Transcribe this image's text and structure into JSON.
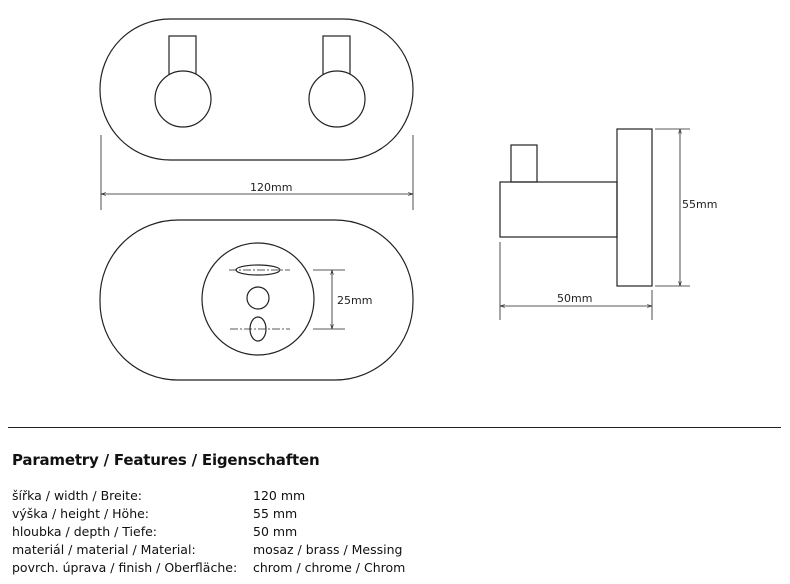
{
  "drawing": {
    "top_view_width_label": "120mm",
    "hole_spacing_label": "25mm",
    "side_height_label": "55mm",
    "side_depth_label": "50mm"
  },
  "features": {
    "title": "Parametry / Features / Eigenschaften",
    "rows": [
      {
        "label": "šířka / width / Breite:",
        "value": "120 mm"
      },
      {
        "label": "výška / height / Höhe:",
        "value": "55 mm"
      },
      {
        "label": "hloubka / depth / Tiefe:",
        "value": "50 mm"
      },
      {
        "label": "materiál / material / Material:",
        "value": "mosaz / brass / Messing"
      },
      {
        "label": "povrch. úprava / finish / Oberfläche:",
        "value": "chrom / chrome / Chrom"
      }
    ]
  }
}
